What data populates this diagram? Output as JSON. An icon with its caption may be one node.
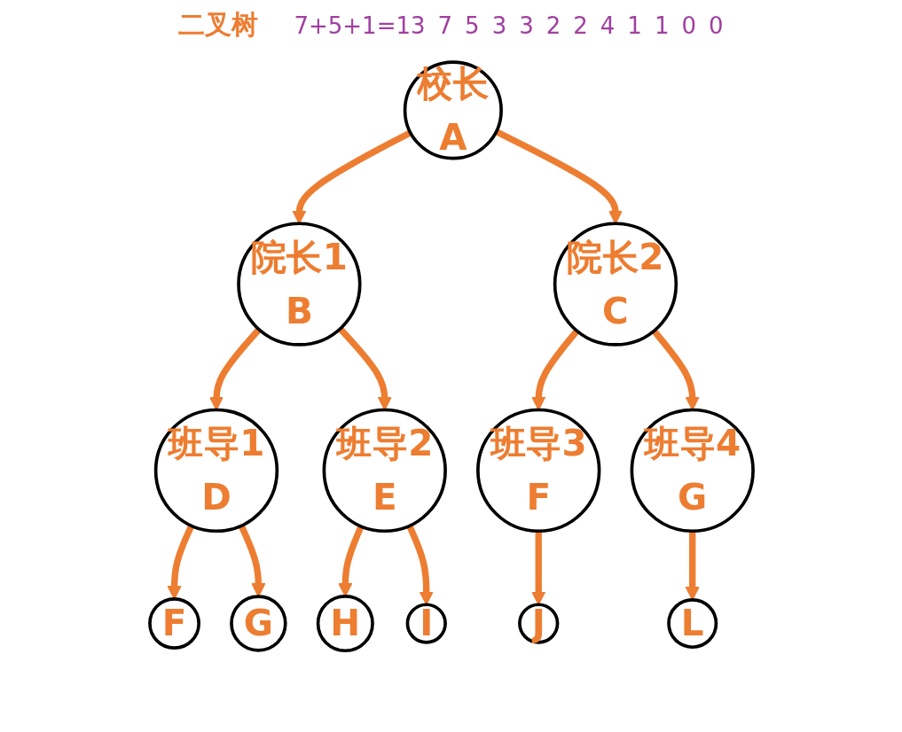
{
  "diagram": {
    "title": "二叉树",
    "nodes": [
      {
        "text": [
          "校长",
          "A"
        ]
      },
      {
        "text": [
          "院长1",
          "B"
        ]
      },
      {
        "text": [
          "院长2",
          "C"
        ]
      },
      {
        "text": [
          "班导1",
          "D"
        ]
      },
      {
        "text": [
          "班导2",
          "E"
        ]
      },
      {
        "text": [
          "班导3",
          "F"
        ]
      },
      {
        "text": [
          "班导4",
          "G"
        ]
      },
      {
        "text": [
          "F"
        ]
      },
      {
        "text": [
          "G"
        ]
      },
      {
        "text": [
          "H"
        ]
      },
      {
        "text": [
          "I"
        ]
      },
      {
        "text": [
          "J"
        ]
      },
      {
        "text": [
          "L"
        ]
      }
    ],
    "edges": [
      {
        "from": 0,
        "to": 1,
        "arrow": "to"
      },
      {
        "from": 0,
        "to": 2,
        "arrow": "to"
      },
      {
        "from": 1,
        "to": 3,
        "arrow": "to"
      },
      {
        "from": 1,
        "to": 4,
        "arrow": "to"
      },
      {
        "from": 2,
        "to": 5,
        "arrow": "to"
      },
      {
        "from": 2,
        "to": 6,
        "arrow": "to"
      },
      {
        "from": 3,
        "to": 7,
        "arrow": "to"
      },
      {
        "from": 3,
        "to": 8,
        "arrow": "to"
      },
      {
        "from": 4,
        "to": 9,
        "arrow": "to"
      },
      {
        "from": 4,
        "to": 10,
        "arrow": "to"
      },
      {
        "from": 5,
        "to": 11,
        "arrow": "to"
      },
      {
        "from": 6,
        "to": 12,
        "arrow": "to"
      }
    ],
    "labels": [
      "7+5+1=13",
      "7",
      "5",
      "3",
      "3",
      "2",
      "2",
      "4",
      "1",
      "1",
      "0",
      "0"
    ]
  }
}
